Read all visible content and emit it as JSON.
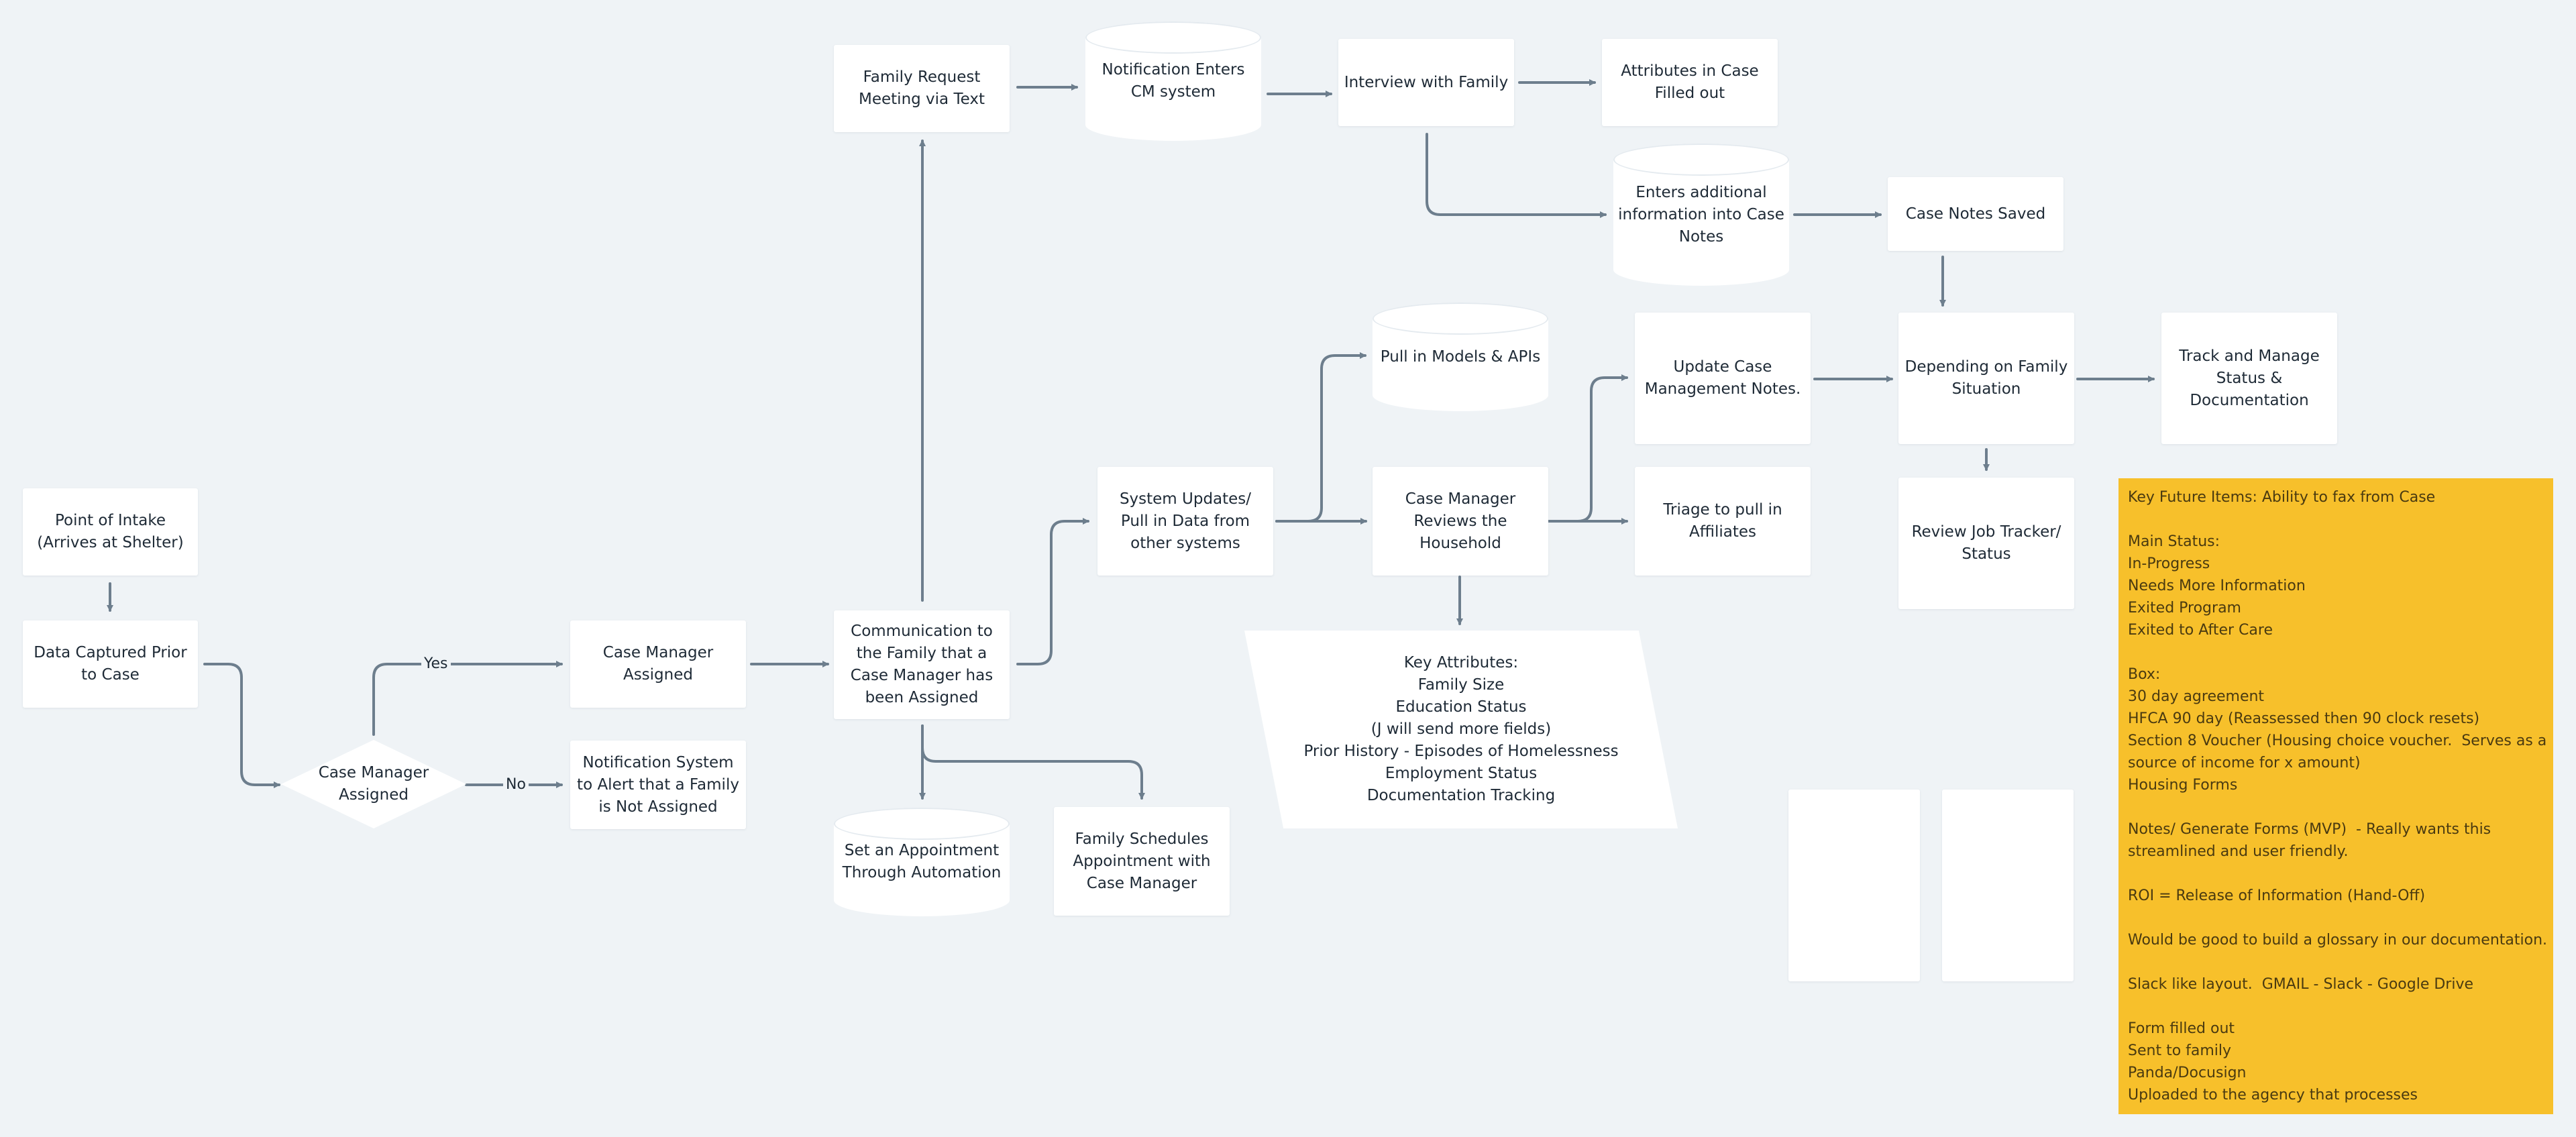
{
  "nodes": {
    "point_of_intake": "Point of Intake\n(Arrives at Shelter)",
    "data_captured": "Data Captured Prior\nto Case",
    "case_manager_decision": "Case Manager\nAssigned",
    "case_manager_assigned": "Case Manager\nAssigned",
    "notification_not_assigned": "Notification System\nto  Alert that a Family\nis Not Assigned",
    "communication": "Communication to\nthe Family that a\nCase Manager has\nbeen Assigned",
    "family_request": "Family Request\nMeeting via Text",
    "notification_enters": "Notification Enters\nCM system",
    "interview": "Interview with Family",
    "attributes_filled": "Attributes in Case\nFilled out",
    "enters_additional": "Enters additional\ninformation into Case\nNotes",
    "case_notes_saved": "Case Notes Saved",
    "set_appointment": "Set an Appointment\nThrough Automation",
    "family_schedules": "Family Schedules\nAppointment with\nCase Manager",
    "system_updates": "System Updates/\nPull in Data from\nother systems",
    "pull_models": "Pull in Models & APIs",
    "reviews_household": "Case Manager\nReviews the\nHousehold",
    "update_notes": "Update Case\nManagement Notes.",
    "triage": "Triage to pull in\nAffiliates",
    "depending": "Depending on Family\nSituation",
    "track_manage": "Track and Manage\nStatus &\nDocumentation",
    "review_job": "Review Job Tracker/\nStatus",
    "key_attributes": "Key Attributes:\nFamily Size\nEducation Status\n(J will send more fields)\nPrior History - Episodes of Homelessness\nEmployment Status\nDocumentation Tracking"
  },
  "edge_labels": {
    "yes": "Yes",
    "no": "No"
  },
  "sticky_note": {
    "lines": [
      "Key Future Items: Ability to fax from Case",
      "",
      "Main Status:",
      "In-Progress",
      "Needs More Information",
      "Exited Program",
      "Exited to After Care",
      "",
      "Box:",
      "30 day agreement",
      "HFCA 90 day (Reassessed then 90 clock resets)",
      "Section 8 Voucher (Housing choice voucher.  Serves as a",
      "source of income for x amount)",
      "Housing Forms",
      "",
      "Notes/ Generate Forms (MVP)  - Really wants this",
      "streamlined and user friendly.",
      "",
      "ROI = Release of Information (Hand-Off)",
      "",
      "Would be good to build a glossary in our documentation.",
      "",
      "Slack like layout.  GMAIL - Slack - Google Drive",
      "",
      "Form filled out",
      "Sent to family",
      "Panda/Docusign",
      "Uploaded to the agency that processes"
    ]
  },
  "colors": {
    "background": "#eff3f6",
    "node_fill": "#ffffff",
    "connector": "#6d7e8d",
    "sticky_note": "#f7c02b"
  }
}
